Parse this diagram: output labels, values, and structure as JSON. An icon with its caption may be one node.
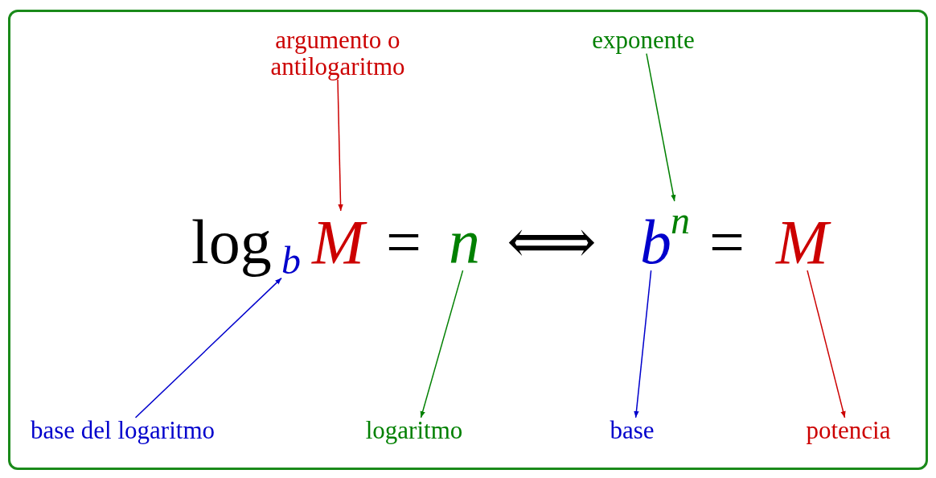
{
  "diagram": {
    "nodes": [
      {
        "text": [
          "argumento o antilogaritmo"
        ]
      },
      {
        "text": [
          "exponente"
        ]
      },
      {
        "text": [
          "b"
        ]
      },
      {
        "text": [
          "M"
        ]
      },
      {
        "text": [
          "n"
        ]
      },
      {
        "text": [
          "b"
        ]
      },
      {
        "text": [
          "n"
        ]
      },
      {
        "text": [
          "M"
        ]
      },
      {
        "text": [
          "base del logaritmo"
        ]
      },
      {
        "text": [
          "logaritmo"
        ]
      },
      {
        "text": [
          "base"
        ]
      },
      {
        "text": [
          "potencia"
        ]
      }
    ],
    "edges": [
      {
        "from": 0,
        "to": 3,
        "arrow": "to",
        "color": "#cc0000"
      },
      {
        "from": 1,
        "to": 6,
        "arrow": "to",
        "color": "#008000"
      },
      {
        "from": 8,
        "to": 2,
        "arrow": "to",
        "color": "#0000cc"
      },
      {
        "from": 4,
        "to": 9,
        "arrow": "to",
        "color": "#008000"
      },
      {
        "from": 5,
        "to": 10,
        "arrow": "to",
        "color": "#0000cc"
      },
      {
        "from": 7,
        "to": 11,
        "arrow": "to",
        "color": "#cc0000"
      }
    ],
    "labels": [
      "log",
      "=",
      "⟺",
      "="
    ]
  }
}
